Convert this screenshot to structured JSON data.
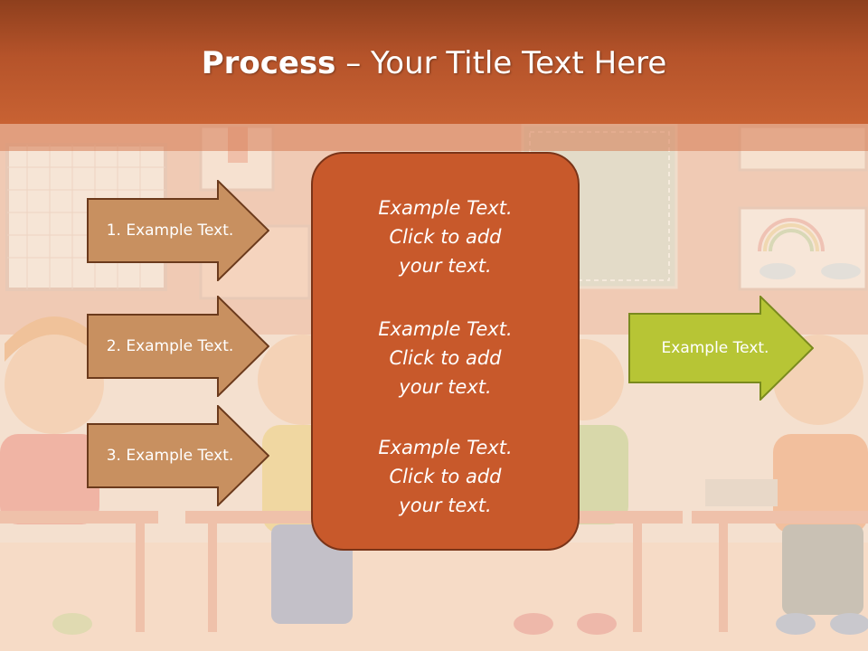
{
  "title": {
    "bold": "Process",
    "rest": " – Your Title Text Here"
  },
  "steps": [
    {
      "label": "1. Example Text."
    },
    {
      "label": "2. Example Text."
    },
    {
      "label": "3. Example Text."
    }
  ],
  "center": {
    "blocks": [
      {
        "line1": "Example Text.",
        "line2": "Click  to add",
        "line3": "your text."
      },
      {
        "line1": "Example Text.",
        "line2": "Click  to add",
        "line3": "your text."
      },
      {
        "line1": "Example Text.",
        "line2": "Click  to add",
        "line3": "your text."
      }
    ]
  },
  "output": {
    "label": "Example Text."
  },
  "colors": {
    "header": "#b5532a",
    "step_arrow_fill": "#c89060",
    "step_arrow_stroke": "#6b3a1c",
    "center_fill": "#c8592b",
    "output_arrow_fill": "#b7c535",
    "output_arrow_stroke": "#7a8a1e"
  }
}
